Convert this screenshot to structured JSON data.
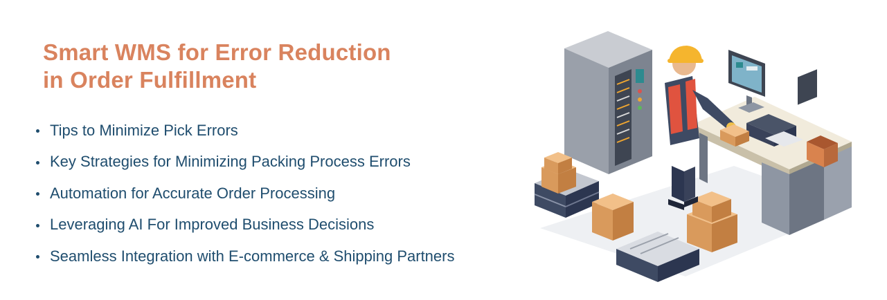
{
  "colors": {
    "accent": "#d9835e",
    "text": "#1f4d6e"
  },
  "headline": {
    "line1": "Smart WMS for Error Reduction",
    "line2": "in Order Fulfillment"
  },
  "bullets": [
    "Tips to Minimize Pick Errors",
    "Key Strategies for Minimizing Packing Process Errors",
    "Automation  for Accurate Order Processing",
    "Leveraging AI For Improved Business Decisions",
    "Seamless Integration with E-commerce & Shipping Partners"
  ],
  "illustration": {
    "icon": "warehouse-worker-packing-illustration"
  }
}
